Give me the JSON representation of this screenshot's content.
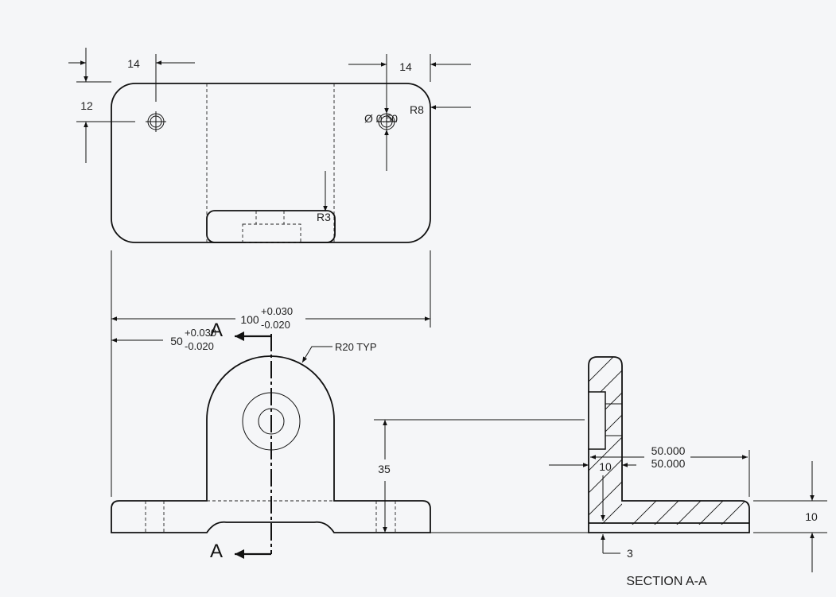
{
  "top_view": {
    "dim_left_hole_x": "14",
    "dim_right_hole_x": "14",
    "dim_hole_y": "12",
    "dim_corner_radius": "R8",
    "dim_hole_dia": "Ø 0.50",
    "dim_slot_radius": "R3"
  },
  "front_view": {
    "dim_width_nominal": "100",
    "dim_width_upper_tol": "+0.030",
    "dim_width_lower_tol": "-0.020",
    "dim_center_nominal": "50",
    "dim_center_upper_tol": "+0.030",
    "dim_center_lower_tol": "-0.020",
    "dim_boss_radius": "R20 TYP",
    "dim_height": "35",
    "section_label_top": "A",
    "section_label_bottom": "A"
  },
  "section_view": {
    "dim_depth_upper": "50.000",
    "dim_depth_lower": "50.000",
    "dim_wall": "10",
    "dim_base_thickness": "10",
    "dim_step": "3",
    "title": "SECTION A-A"
  }
}
